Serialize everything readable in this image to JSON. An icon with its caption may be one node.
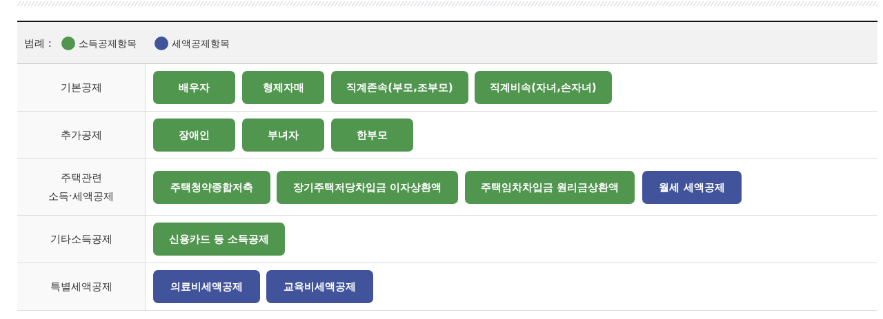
{
  "diagram": {
    "nodes": [
      {
        "text": [
          "기본공제"
        ]
      },
      {
        "text": [
          "배우자"
        ],
        "in": 0
      },
      {
        "text": [
          "형제자매"
        ],
        "in": 0
      },
      {
        "text": [
          "직계존속(부모,조부모)"
        ],
        "in": 0
      },
      {
        "text": [
          "직계비속(자녀,손자녀)"
        ],
        "in": 0
      },
      {
        "text": [
          "추가공제"
        ]
      },
      {
        "text": [
          "장애인"
        ],
        "in": 5
      },
      {
        "text": [
          "부녀자"
        ],
        "in": 5
      },
      {
        "text": [
          "한부모"
        ],
        "in": 5
      },
      {
        "text": [
          "주택관련 소득·세액공제"
        ]
      },
      {
        "text": [
          "주택청약종합저축"
        ],
        "in": 9
      },
      {
        "text": [
          "장기주택저당차입금 이자상환액"
        ],
        "in": 9
      },
      {
        "text": [
          "주택임차차입금 원리금상환액"
        ],
        "in": 9
      },
      {
        "text": [
          "월세 세액공제"
        ],
        "in": 9
      },
      {
        "text": [
          "기타소득공제"
        ]
      },
      {
        "text": [
          "신용카드 등 소득공제"
        ],
        "in": 14
      },
      {
        "text": [
          "특별세액공제"
        ]
      },
      {
        "text": [
          "의료비세액공제"
        ],
        "in": 16
      },
      {
        "text": [
          "교육비세액공제"
        ],
        "in": 16
      }
    ],
    "labels": [
      "범례 :"
    ],
    "legend": [
      {
        "text": "소득공제항목",
        "color": "#51964f"
      },
      {
        "text": "세액공제항목",
        "color": "#41549b"
      }
    ]
  }
}
